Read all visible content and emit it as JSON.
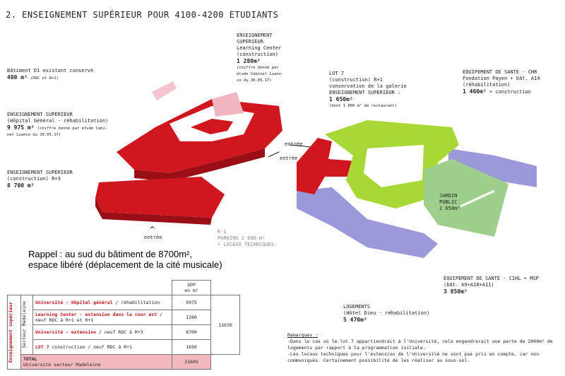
{
  "title": "2.  ENSEIGNEMENT SUPÉRIEUR POUR 4100-4200 ETUDIANTS",
  "labels": {
    "learning_center": {
      "l1": "ENSEIGNEMENT",
      "l2": "SUPÉRIEUR",
      "l3": "Learning Center",
      "l4": "(construction)",
      "value": "1 280m²",
      "note1": "(chiffre donné par",
      "note2": "étude Cabinet Luano-",
      "note3": "co du 30.05.17)"
    },
    "batiment_d1": {
      "l1": "Bâtiment D1 existant conservé",
      "value": "480 m²",
      "note": "(RDC et R+1)"
    },
    "hopital": {
      "l1": "ENSEIGNEMENT SUPÉRIEUR",
      "l2": "(Hôpital Général - réhabilitation)",
      "value": "9 975 m²",
      "note1": "(chiffre donné par étude Cabi-",
      "note2": "net Luanco du 30.05.17)"
    },
    "construction_r3": {
      "l1": "ENSEIGNEMENT SUPÉRIEUR",
      "l2": "(construction) R+3",
      "value": "8 700 m²"
    },
    "entree_1": "entrée",
    "entree_2": "entrée",
    "entree_3": "entrée",
    "parking": {
      "l1": "R-1",
      "l2": "PARKING 2 680 m²",
      "l3": "+ LOCAUX TECHNIQUES"
    },
    "lot7": {
      "l1": "LOT 7",
      "l2": "(construction) R+1",
      "l3": "conservation de la galerie",
      "l4": "ENSEIGNEMENT SUPÉRIEUR :",
      "value": "1 650m²",
      "note": "(dont 1 000 m² de restaurant)"
    },
    "sante_chr": {
      "l1": "ÉQUIPEMENT DE SANTÉ - CHR",
      "l2": "Fondation Payen + bât. A14",
      "l3": "(réhabilitation)",
      "value": "1 460m²",
      "l4": "+ construction"
    },
    "jardin": {
      "l1": "JARDIN",
      "l2": "PUBLIC",
      "l3": "2 650m²"
    },
    "sante_cihl": {
      "l1": "ÉQUIPEMENT DE SANTÉ - CIHL + MSP",
      "l2": "(bât. A9+A10+A11)",
      "value": "3 850m²"
    },
    "logements": {
      "l1": "LOGEMENTS",
      "l2": "(Hôtel Dieu - réhabilitation)",
      "value": "5 470m²"
    }
  },
  "rappel": {
    "line1": "Rappel : au sud du bâtiment de 8700m²,",
    "line2": "espace libéré (déplacement de la cité musicale)"
  },
  "table": {
    "header_sdp": "SDP",
    "header_unit": "en m²",
    "group_label": "Enseignement supérieur",
    "sector_label": "Secteur Madeleine",
    "rows": [
      {
        "name": "Université - Hôpital général",
        "rest": " / réhabilitation",
        "value": "9975"
      },
      {
        "name": "Learning Center - extension dans la cour est",
        "rest": " / neuf RDC à R+1 et R+1",
        "value": "1280"
      },
      {
        "name": "Université - extension",
        "rest": " / neuf RDC à R+3",
        "value": "8700"
      },
      {
        "name": "LOT 7",
        "rest": " construction / neuf RDC à R+1",
        "value": "1650"
      }
    ],
    "subtotal": "11630",
    "total_label": "TOTAL",
    "total_sub": "Université secteur Madeleine",
    "total_value": "21605"
  },
  "remarques": {
    "title": "Remarques :",
    "p1": "-Dans le cas où le lot 7 appartiendrait à l'Université, cela engendrerait une perte de 2000m² de logements par rapport à la programmation initiale.",
    "p2": "-Les locaux techniques pour l'extension de l'Université ne sont pas pris en compte, car non communiqués. Certainement possibilité de les réaliser au sous-sol."
  },
  "colors": {
    "red": "#d0161f",
    "green": "#a8d835",
    "purple": "#9b99d9",
    "garden": "#9fcf8d"
  }
}
